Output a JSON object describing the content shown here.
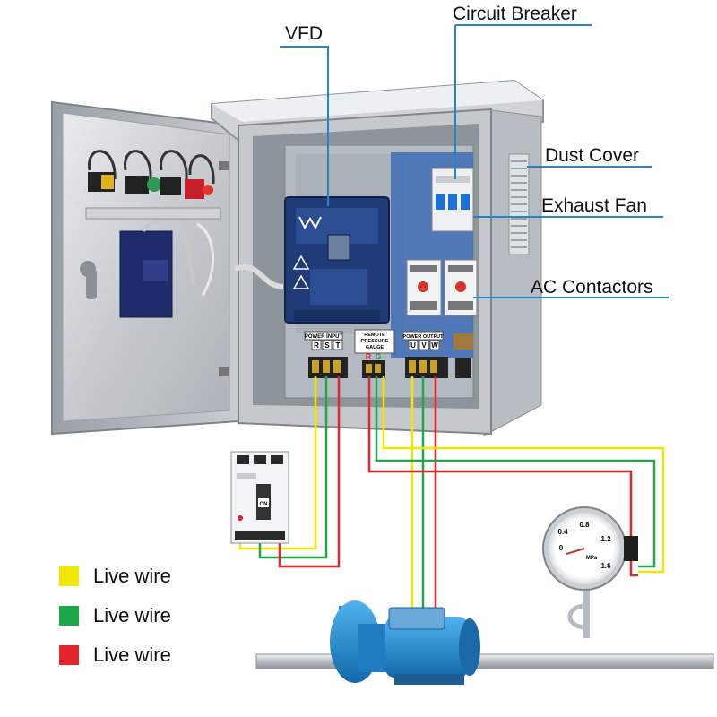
{
  "callouts": {
    "vfd": "VFD",
    "circuit_breaker": "Circuit Breaker",
    "dust_cover": "Dust Cover",
    "exhaust_fan": "Exhaust Fan",
    "ac_contactors": "AC Contactors"
  },
  "panel_labels": {
    "power_input": "POWER INPUT",
    "remote_line1": "REMOTE",
    "remote_line2": "PRESSURE",
    "remote_line3": "GAUGE",
    "power_output": "POWER OUTPUT",
    "r": "R",
    "s": "S",
    "t": "T",
    "rg_r": "R",
    "rg_g": "G",
    "u": "U",
    "v": "V",
    "w": "W"
  },
  "breaker_label": "ON",
  "gauge": {
    "ticks": [
      "0",
      "0.4",
      "0.8",
      "1.2",
      "1.6"
    ],
    "unit": "MPa"
  },
  "legend": [
    {
      "label": "Live wire",
      "color": "#f2e600"
    },
    {
      "label": "Live wire",
      "color": "#1fa84a"
    },
    {
      "label": "Live wire",
      "color": "#e2262b"
    }
  ],
  "colors": {
    "wire_yellow": "#f2e600",
    "wire_green": "#1fa84a",
    "wire_red": "#e2262b",
    "leader_blue": "#1e88c8",
    "pump_blue": "#1f8fd6"
  }
}
